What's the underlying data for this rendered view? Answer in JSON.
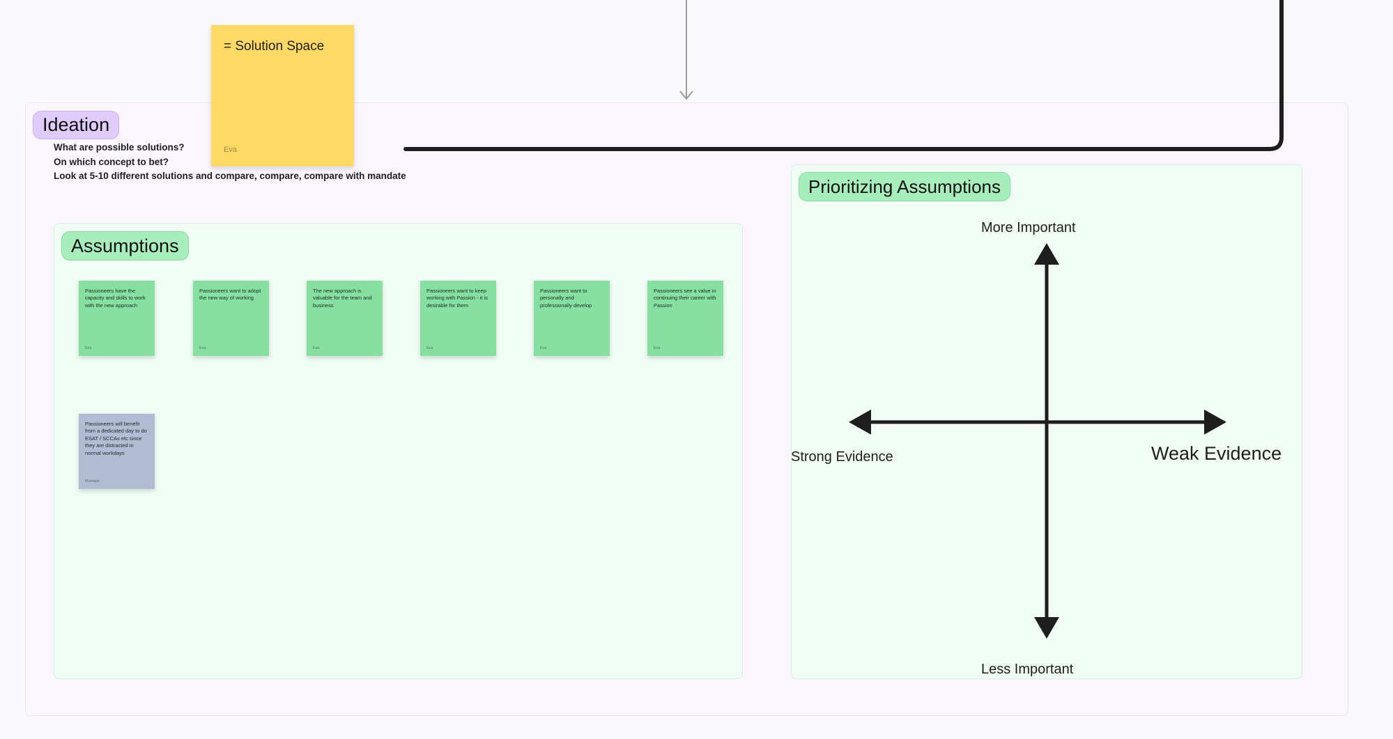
{
  "solution_sticky": {
    "text": "= Solution Space",
    "author": "Eva",
    "color": "#ffd966"
  },
  "ideation": {
    "title": "Ideation",
    "description": [
      "What are possible solutions?",
      "On which concept to bet?",
      "Look at 5-10 different solutions and compare, compare, compare with mandate"
    ]
  },
  "assumptions": {
    "title": "Assumptions",
    "stickies": [
      {
        "text": "Passioneers have the capacity and skills to work with the new approach",
        "author": "Eva",
        "color": "#86e0a2"
      },
      {
        "text": "Passioneers want to adopt the new way of working",
        "author": "Eva",
        "color": "#86e0a2"
      },
      {
        "text": "The new approach is valuable for the team and business",
        "author": "Eva",
        "color": "#86e0a2"
      },
      {
        "text": "Passioneers want to keep working with Passion - it is desirable for them",
        "author": "Eva",
        "color": "#86e0a2"
      },
      {
        "text": "Passioneers want to personally and professionally develop",
        "author": "Eva",
        "color": "#86e0a2"
      },
      {
        "text": "Passioneers see a value in continuing their career with Passion",
        "author": "Eva",
        "color": "#86e0a2"
      },
      {
        "text": "Passioneers will benefit from a dedicated day to do ESAT / SCCAs etc since they  are distracted in normal workdays",
        "author": "Monique",
        "color": "#b1bdd4"
      }
    ]
  },
  "prioritizing": {
    "title": "Prioritizing Assumptions",
    "top": "More Important",
    "bottom": "Less Important",
    "left": "Strong Evidence",
    "right": "Weak Evidence"
  }
}
